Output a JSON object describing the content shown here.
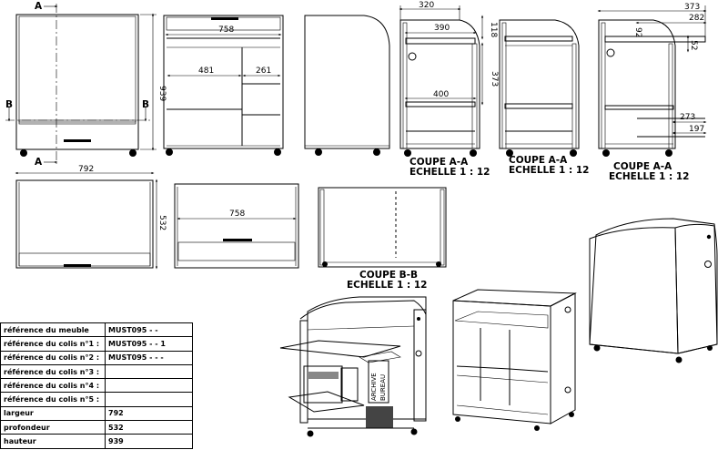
{
  "views": {
    "front": {
      "height": "939",
      "section_a": "A",
      "section_b": "B",
      "depth_w": "792",
      "depth_h": "532"
    },
    "interior": {
      "top_w": "758",
      "left_w": "481",
      "right_w": "261",
      "plan_w": "758"
    },
    "section_1": {
      "d320": "320",
      "d390": "390",
      "d118": "118",
      "d373": "373",
      "d400": "400"
    },
    "section_3": {
      "d373": "373",
      "d282": "282",
      "d92": "92",
      "d52": "52",
      "d273": "273",
      "d197": "197"
    }
  },
  "captions": {
    "coupe_aa": "COUPE A-A",
    "echelle": "ECHELLE 1 : 12",
    "coupe_bb": "COUPE B-B"
  },
  "spec_table": {
    "rows": [
      {
        "label": "référence  du  meuble",
        "value": "MUST095 - -"
      },
      {
        "label": "référence du colis n°1 :",
        "value": "MUST095 - - 1"
      },
      {
        "label": "référence du colis n°2 :",
        "value": "MUST095 - - -"
      },
      {
        "label": "référence du colis n°3 :",
        "value": ""
      },
      {
        "label": "référence du colis n°4 :",
        "value": ""
      },
      {
        "label": "référence du colis n°5 :",
        "value": ""
      },
      {
        "label": "largeur",
        "value": "792"
      },
      {
        "label": "profondeur",
        "value": "532"
      },
      {
        "label": "hauteur",
        "value": "939"
      }
    ]
  },
  "render": {
    "product_labels": [
      "ARCHIVE",
      "BUREAU"
    ]
  }
}
